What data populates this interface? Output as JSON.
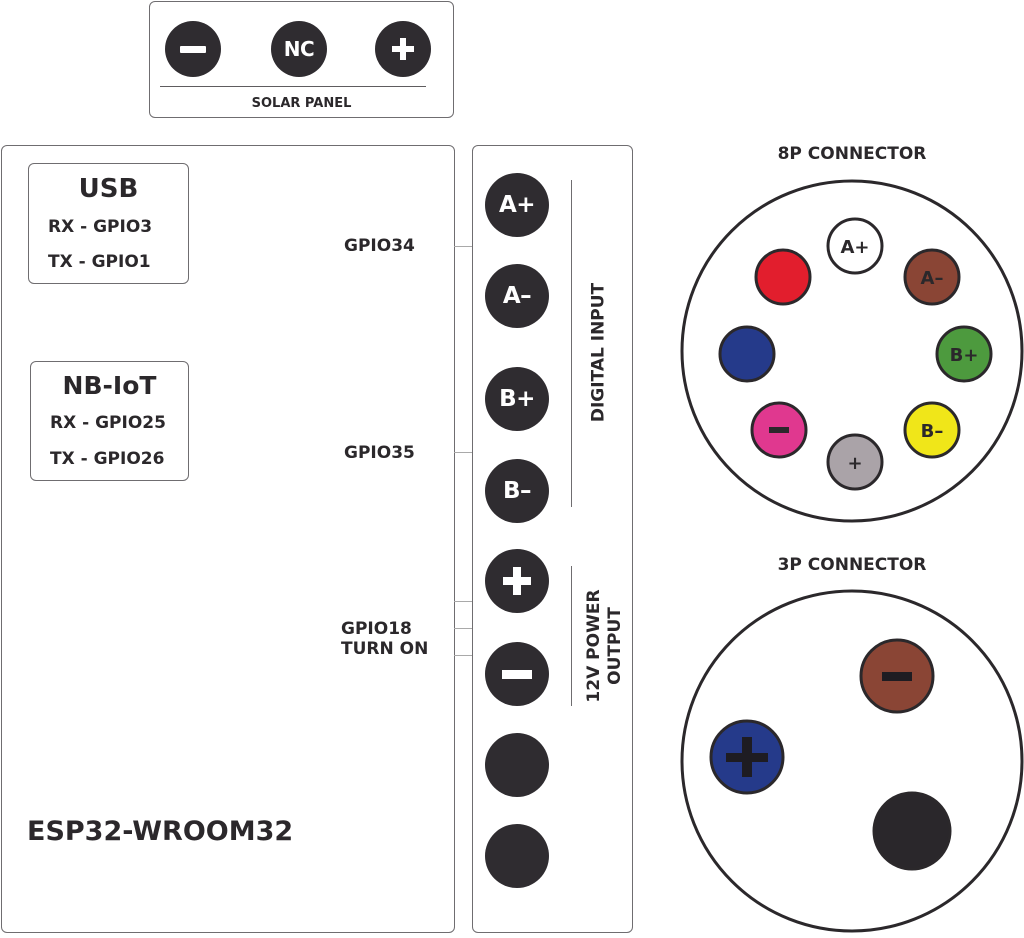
{
  "solar_panel": {
    "title": "SOLAR PANEL",
    "terminals": [
      {
        "label": "−",
        "role": "negative"
      },
      {
        "label": "NC",
        "role": "not-connected"
      },
      {
        "label": "+",
        "role": "positive"
      }
    ]
  },
  "esp32": {
    "title": "ESP32-WROOM32",
    "usb": {
      "title": "USB",
      "rx": "RX - GPIO3",
      "tx": "TX - GPIO1"
    },
    "nbiot": {
      "title": "NB-IoT",
      "rx": "RX - GPIO25",
      "tx": "TX - GPIO26"
    },
    "gpio_labels": {
      "gpio34": "GPIO34",
      "gpio35": "GPIO35",
      "gpio18_line1": "GPIO18",
      "gpio18_line2": "TURN ON"
    }
  },
  "terminal_strip": {
    "digital_input_label": "DIGITAL INPUT",
    "power_output_label_line1": "12V POWER",
    "power_output_label_line2": "OUTPUT",
    "terminals": [
      {
        "label": "A+"
      },
      {
        "label": "A–"
      },
      {
        "label": "B+"
      },
      {
        "label": "B–"
      },
      {
        "label": "+"
      },
      {
        "label": "−"
      },
      {
        "label": ""
      },
      {
        "label": ""
      }
    ]
  },
  "connector_8p": {
    "title": "8P CONNECTOR",
    "pins": [
      {
        "label": "A+",
        "color": "#ffffff",
        "text_color": "#2b282b"
      },
      {
        "label": "",
        "color": "#e21e2d",
        "text_color": "#2b282b"
      },
      {
        "label": "A–",
        "color": "#8a4535",
        "text_color": "#2b282b"
      },
      {
        "label": "",
        "color": "#253a8a",
        "text_color": "#2b282b"
      },
      {
        "label": "B+",
        "color": "#4d9a3e",
        "text_color": "#2b282b"
      },
      {
        "label": "−",
        "color": "#e0388f",
        "text_color": "#2b282b"
      },
      {
        "label": "+",
        "color": "#aaa3a8",
        "text_color": "#2b282b"
      },
      {
        "label": "B–",
        "color": "#f0e619",
        "text_color": "#2b282b"
      }
    ]
  },
  "connector_3p": {
    "title": "3P CONNECTOR",
    "pins": [
      {
        "label": "−",
        "color": "#8a4535"
      },
      {
        "label": "+",
        "color": "#253a8a"
      },
      {
        "label": "",
        "color": "#2a272b"
      }
    ]
  }
}
